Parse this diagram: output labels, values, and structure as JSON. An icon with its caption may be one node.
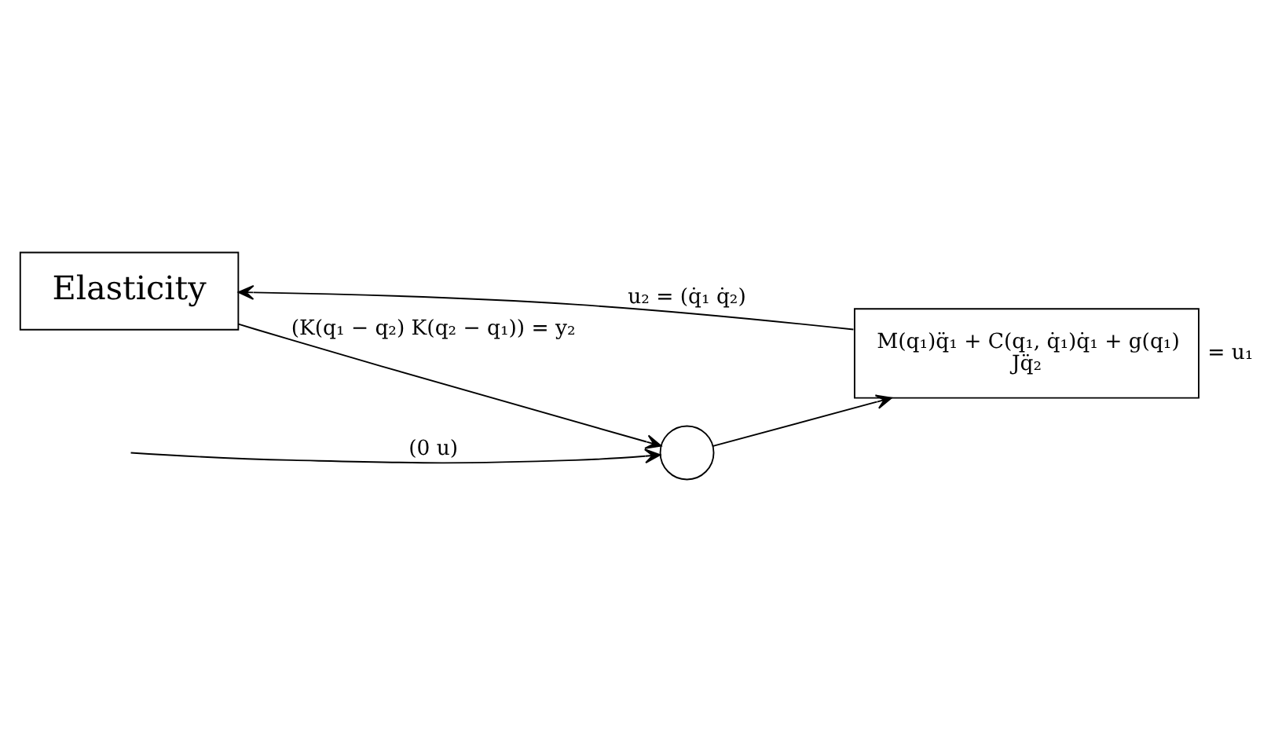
{
  "diagram": {
    "nodes": [
      {
        "text": [
          "Elasticity"
        ]
      },
      {
        "text": [
          "M(q₁)q̈₁ + C(q₁, q̇₁)q̇₁ + g(q₁)",
          "Jq̈₂"
        ],
        "beside": [
          "= u₁"
        ]
      },
      {
        "text": [],
        "shape": "circle"
      }
    ],
    "edges": [
      {
        "from": 1,
        "to": 0,
        "arrow": "to",
        "label": "u₂ = (q̇₁ q̇₂)"
      },
      {
        "from": 0,
        "to": 2,
        "arrow": "to",
        "label": "(K(q₁ − q₂) K(q₂ − q₁)) = y₂"
      },
      {
        "from": 2,
        "to": 1,
        "arrow": "to"
      },
      {
        "from": null,
        "to": 2,
        "arrow": "to",
        "label": "(0 u)"
      }
    ]
  }
}
